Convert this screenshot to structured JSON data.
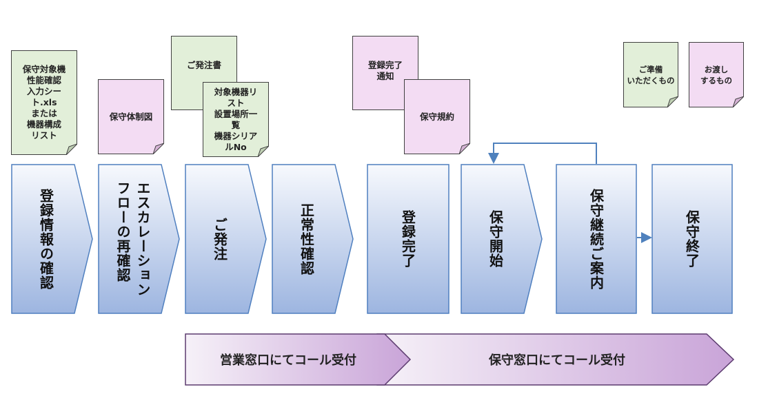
{
  "documents": {
    "check_sheet": "保守対象機\n性能確認\n入力シー\nト.xls\nまたは\n機器構成\nリスト",
    "escalation_chart": "保守体制図",
    "order_form": "ご発注書",
    "device_list": "対象機器リ\nスト\n設置場所一\n覧\n機器シリア\nルNo",
    "registration_notice": "登録完了\n通知",
    "maintenance_terms": "保守規約",
    "legend_prepare": "ご準備\nいただくもの",
    "legend_deliver": "お渡し\nするもの"
  },
  "steps": [
    {
      "label": "登録情報の確認"
    },
    {
      "label": "エスカレーション\nフローの再確認"
    },
    {
      "label": "ご発注"
    },
    {
      "label": "正常性確認"
    },
    {
      "label": "登録完了"
    },
    {
      "label": "保守開始"
    },
    {
      "label": "保守継続ご案内"
    },
    {
      "label": "保守終了"
    }
  ],
  "bands": {
    "sales_window": "営業窓口にてコール受付",
    "support_window": "保守窓口にてコール受付"
  },
  "colors": {
    "doc_green": "#e2efd9",
    "doc_pink": "#f3dcf3",
    "step_stroke": "#4f7fbf",
    "connector": "#4f81bd",
    "band_stroke": "#5b3a6e"
  }
}
